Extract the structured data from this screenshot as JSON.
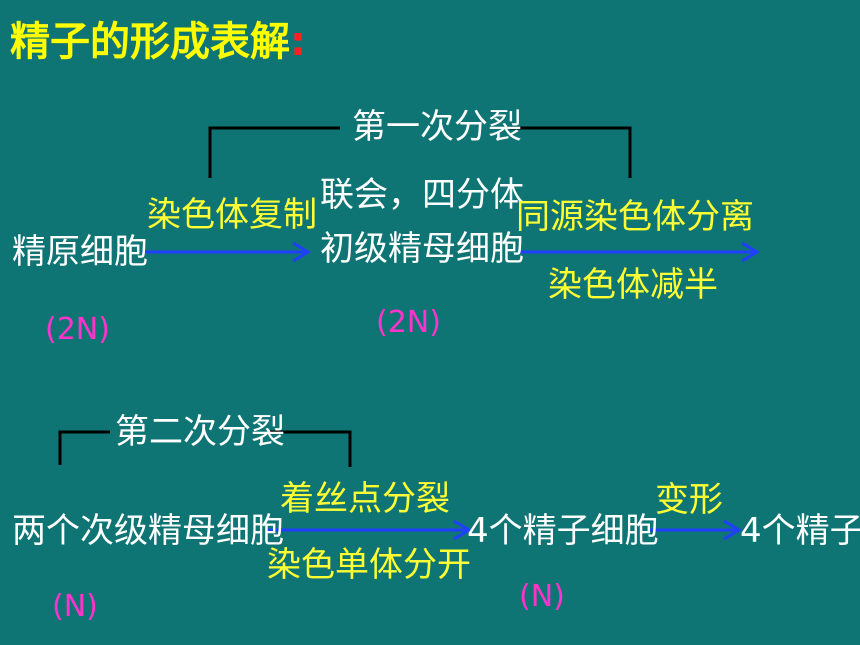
{
  "title": "精子的形成表解",
  "title_colon": ":",
  "row1": {
    "division_label": "第一次分裂",
    "start_cell": "精原细胞",
    "arrow1_label": "染色体复制",
    "mid_line1": "联会，四分体",
    "mid_line2": "初级精母细胞",
    "arrow2_label_top": "同源染色体分离",
    "arrow2_label_bottom": "染色体减半",
    "ploidy_start": "(2N)",
    "ploidy_mid": "(2N)"
  },
  "row2": {
    "division_label": "第二次分裂",
    "start_cell": "两个次级精母细胞",
    "arrow1_label_top": "着丝点分裂",
    "arrow1_label_bottom": "染色单体分开",
    "mid_cell": "4个精子细胞",
    "arrow2_label": "变形",
    "end_cell": "4个精子",
    "ploidy_start": "(N)",
    "ploidy_mid": "(N)"
  },
  "colors": {
    "background": "#0f7474",
    "title": "#ffff00",
    "colon": "#ff2020",
    "arrow": "#2040ff",
    "ploidy": "#ff33cc",
    "process_label": "#ffff33"
  }
}
